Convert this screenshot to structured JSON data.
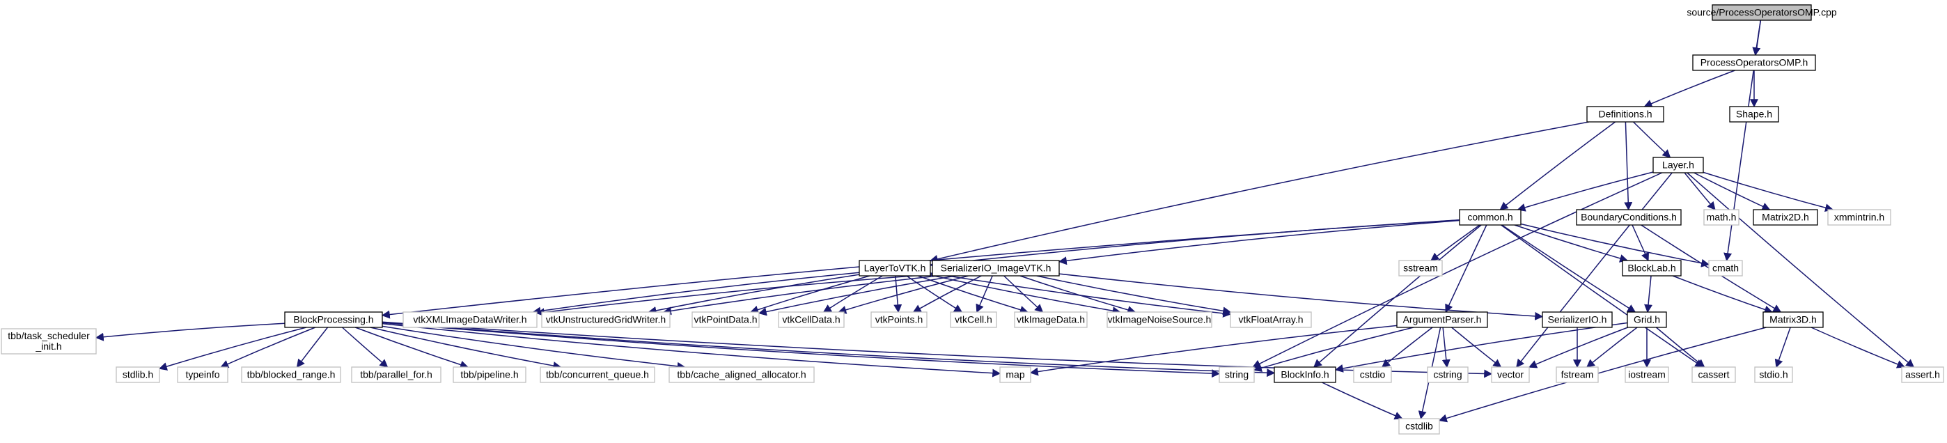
{
  "colors": {
    "edge": "#191970",
    "arrowhead": "#191970",
    "documented_border": "#000000",
    "undocumented_border": "#bfbfbf",
    "root_fill": "#bfbfbf",
    "node_fill": "#ffffff"
  },
  "nodes": [
    {
      "id": "root",
      "label": "source/ProcessOperatorsOMP.cpp",
      "kind": "root"
    },
    {
      "id": "pomp",
      "label": "ProcessOperatorsOMP.h",
      "kind": "documented"
    },
    {
      "id": "defs",
      "label": "Definitions.h",
      "kind": "documented"
    },
    {
      "id": "shape",
      "label": "Shape.h",
      "kind": "documented"
    },
    {
      "id": "layer",
      "label": "Layer.h",
      "kind": "documented"
    },
    {
      "id": "common",
      "label": "common.h",
      "kind": "documented"
    },
    {
      "id": "boundary",
      "label": "BoundaryConditions.h",
      "kind": "documented"
    },
    {
      "id": "mathh",
      "label": "math.h",
      "kind": "external"
    },
    {
      "id": "m2d",
      "label": "Matrix2D.h",
      "kind": "documented"
    },
    {
      "id": "xmm",
      "label": "xmmintrin.h",
      "kind": "external"
    },
    {
      "id": "sstream",
      "label": "sstream",
      "kind": "external"
    },
    {
      "id": "blocklab",
      "label": "BlockLab.h",
      "kind": "documented"
    },
    {
      "id": "cmath",
      "label": "cmath",
      "kind": "external"
    },
    {
      "id": "l2vtk",
      "label": "LayerToVTK.h",
      "kind": "documented"
    },
    {
      "id": "serimg",
      "label": "SerializerIO_ImageVTK.h",
      "kind": "documented"
    },
    {
      "id": "blockproc",
      "label": "BlockProcessing.h",
      "kind": "documented"
    },
    {
      "id": "xmlw",
      "label": "vtkXMLImageDataWriter.h",
      "kind": "external"
    },
    {
      "id": "ugw",
      "label": "vtkUnstructuredGridWriter.h",
      "kind": "external"
    },
    {
      "id": "vpd",
      "label": "vtkPointData.h",
      "kind": "external"
    },
    {
      "id": "vcd",
      "label": "vtkCellData.h",
      "kind": "external"
    },
    {
      "id": "vpts",
      "label": "vtkPoints.h",
      "kind": "external"
    },
    {
      "id": "vcell",
      "label": "vtkCell.h",
      "kind": "external"
    },
    {
      "id": "vimg",
      "label": "vtkImageData.h",
      "kind": "external"
    },
    {
      "id": "vnoise",
      "label": "vtkImageNoiseSource.h",
      "kind": "external"
    },
    {
      "id": "vfloat",
      "label": "vtkFloatArray.h",
      "kind": "external"
    },
    {
      "id": "argp",
      "label": "ArgumentParser.h",
      "kind": "documented"
    },
    {
      "id": "serio",
      "label": "SerializerIO.h",
      "kind": "documented"
    },
    {
      "id": "grid",
      "label": "Grid.h",
      "kind": "documented"
    },
    {
      "id": "m3d",
      "label": "Matrix3D.h",
      "kind": "documented"
    },
    {
      "id": "tbbinit",
      "label": "tbb/task_scheduler\n_init.h",
      "kind": "external"
    },
    {
      "id": "stdlib",
      "label": "stdlib.h",
      "kind": "external"
    },
    {
      "id": "typeinfo",
      "label": "typeinfo",
      "kind": "external"
    },
    {
      "id": "tbbbr",
      "label": "tbb/blocked_range.h",
      "kind": "external"
    },
    {
      "id": "tbbpf",
      "label": "tbb/parallel_for.h",
      "kind": "external"
    },
    {
      "id": "tbbpipe",
      "label": "tbb/pipeline.h",
      "kind": "external"
    },
    {
      "id": "tbbcq",
      "label": "tbb/concurrent_queue.h",
      "kind": "external"
    },
    {
      "id": "tbbcaa",
      "label": "tbb/cache_aligned_allocator.h",
      "kind": "external"
    },
    {
      "id": "map",
      "label": "map",
      "kind": "external"
    },
    {
      "id": "string",
      "label": "string",
      "kind": "external"
    },
    {
      "id": "blockinfo",
      "label": "BlockInfo.h",
      "kind": "documented"
    },
    {
      "id": "cstdio",
      "label": "cstdio",
      "kind": "external"
    },
    {
      "id": "cstring",
      "label": "cstring",
      "kind": "external"
    },
    {
      "id": "vector",
      "label": "vector",
      "kind": "external"
    },
    {
      "id": "fstream",
      "label": "fstream",
      "kind": "external"
    },
    {
      "id": "iostream",
      "label": "iostream",
      "kind": "external"
    },
    {
      "id": "cassert",
      "label": "cassert",
      "kind": "external"
    },
    {
      "id": "stdioh",
      "label": "stdio.h",
      "kind": "external"
    },
    {
      "id": "asserth",
      "label": "assert.h",
      "kind": "external"
    },
    {
      "id": "cstdlib",
      "label": "cstdlib",
      "kind": "external"
    }
  ],
  "edges": [
    [
      "root",
      "pomp"
    ],
    [
      "root",
      "cmath"
    ],
    [
      "pomp",
      "defs"
    ],
    [
      "pomp",
      "shape"
    ],
    [
      "defs",
      "layer"
    ],
    [
      "defs",
      "common"
    ],
    [
      "defs",
      "boundary"
    ],
    [
      "defs",
      "l2vtk"
    ],
    [
      "layer",
      "common"
    ],
    [
      "layer",
      "mathh"
    ],
    [
      "layer",
      "m2d"
    ],
    [
      "layer",
      "xmm"
    ],
    [
      "layer",
      "asserth"
    ],
    [
      "layer",
      "vector"
    ],
    [
      "layer",
      "string"
    ],
    [
      "common",
      "sstream"
    ],
    [
      "common",
      "cmath"
    ],
    [
      "common",
      "blocklab"
    ],
    [
      "common",
      "l2vtk"
    ],
    [
      "common",
      "serimg"
    ],
    [
      "common",
      "blockproc"
    ],
    [
      "common",
      "argp"
    ],
    [
      "common",
      "grid"
    ],
    [
      "common",
      "blockinfo"
    ],
    [
      "common",
      "cassert"
    ],
    [
      "boundary",
      "blocklab"
    ],
    [
      "boundary",
      "m3d"
    ],
    [
      "blocklab",
      "grid"
    ],
    [
      "blocklab",
      "m3d"
    ],
    [
      "l2vtk",
      "xmlw"
    ],
    [
      "l2vtk",
      "ugw"
    ],
    [
      "l2vtk",
      "vpd"
    ],
    [
      "l2vtk",
      "vcd"
    ],
    [
      "l2vtk",
      "vpts"
    ],
    [
      "l2vtk",
      "vcell"
    ],
    [
      "l2vtk",
      "vimg"
    ],
    [
      "l2vtk",
      "vnoise"
    ],
    [
      "l2vtk",
      "vfloat"
    ],
    [
      "serimg",
      "xmlw"
    ],
    [
      "serimg",
      "ugw"
    ],
    [
      "serimg",
      "vpd"
    ],
    [
      "serimg",
      "vcd"
    ],
    [
      "serimg",
      "vpts"
    ],
    [
      "serimg",
      "vcell"
    ],
    [
      "serimg",
      "vimg"
    ],
    [
      "serimg",
      "vnoise"
    ],
    [
      "serimg",
      "vfloat"
    ],
    [
      "serimg",
      "serio"
    ],
    [
      "blockproc",
      "tbbinit"
    ],
    [
      "blockproc",
      "stdlib"
    ],
    [
      "blockproc",
      "typeinfo"
    ],
    [
      "blockproc",
      "tbbbr"
    ],
    [
      "blockproc",
      "tbbpf"
    ],
    [
      "blockproc",
      "tbbpipe"
    ],
    [
      "blockproc",
      "tbbcq"
    ],
    [
      "blockproc",
      "tbbcaa"
    ],
    [
      "blockproc",
      "map"
    ],
    [
      "blockproc",
      "string"
    ],
    [
      "blockproc",
      "blockinfo"
    ],
    [
      "blockproc",
      "vector"
    ],
    [
      "argp",
      "map"
    ],
    [
      "argp",
      "string"
    ],
    [
      "argp",
      "cstdio"
    ],
    [
      "argp",
      "cstring"
    ],
    [
      "argp",
      "cstdlib"
    ],
    [
      "argp",
      "vector"
    ],
    [
      "serio",
      "fstream"
    ],
    [
      "grid",
      "blockinfo"
    ],
    [
      "grid",
      "vector"
    ],
    [
      "grid",
      "fstream"
    ],
    [
      "grid",
      "iostream"
    ],
    [
      "grid",
      "cassert"
    ],
    [
      "m3d",
      "stdioh"
    ],
    [
      "m3d",
      "asserth"
    ],
    [
      "m3d",
      "cstdlib"
    ],
    [
      "blockinfo",
      "cstdlib"
    ]
  ]
}
